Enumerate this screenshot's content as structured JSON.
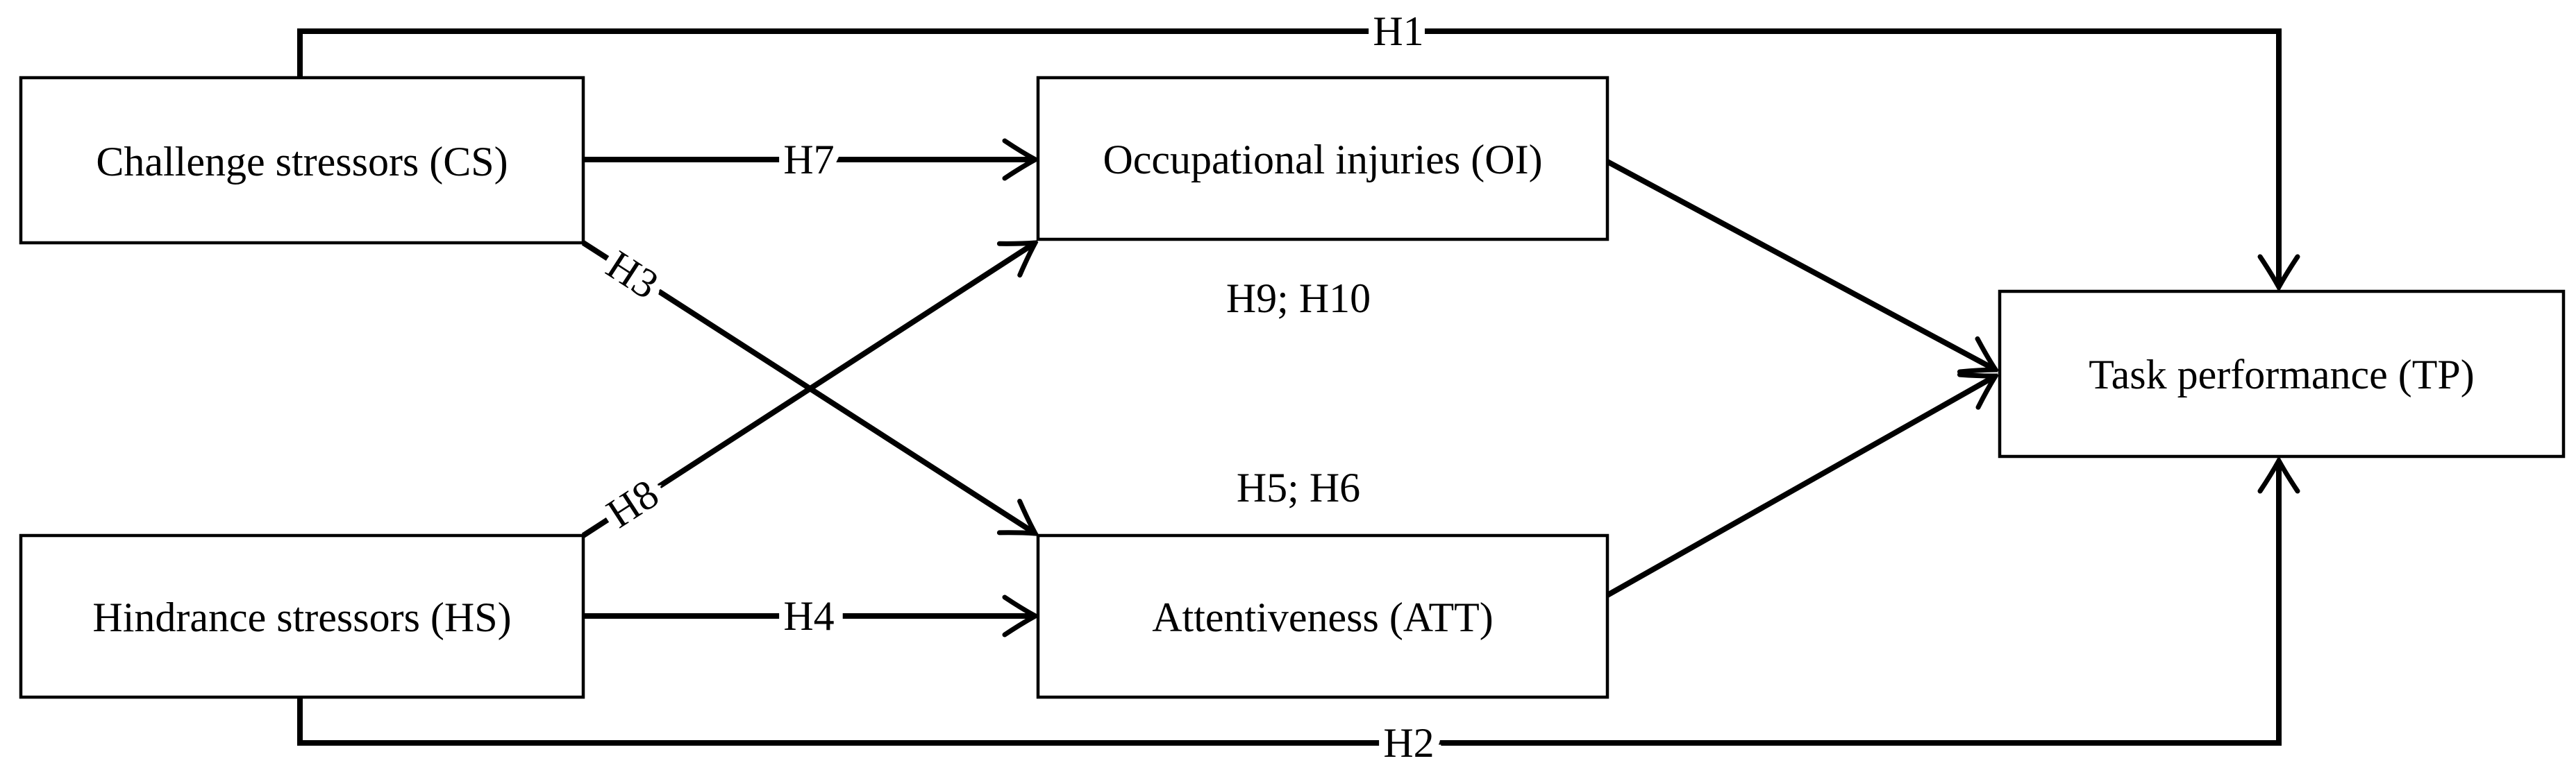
{
  "diagram": {
    "colors": {
      "background": "#ffffff",
      "line": "#000000",
      "box_fill": "#ffffff",
      "text": "#000000"
    },
    "nodes": {
      "cs": {
        "label": "Challenge stressors (CS)"
      },
      "hs": {
        "label": "Hindrance stressors (HS)"
      },
      "oi": {
        "label": "Occupational injuries (OI)"
      },
      "att": {
        "label": "Attentiveness (ATT)"
      },
      "tp": {
        "label": "Task performance (TP)"
      }
    },
    "edges": [
      {
        "id": "h1",
        "from": "cs",
        "to": "tp",
        "label": "H1"
      },
      {
        "id": "h2",
        "from": "hs",
        "to": "tp",
        "label": "H2"
      },
      {
        "id": "h3",
        "from": "cs",
        "to": "att",
        "label": "H3"
      },
      {
        "id": "h4",
        "from": "hs",
        "to": "att",
        "label": "H4"
      },
      {
        "id": "h7",
        "from": "cs",
        "to": "oi",
        "label": "H7"
      },
      {
        "id": "h8",
        "from": "hs",
        "to": "oi",
        "label": "H8"
      },
      {
        "id": "oi-tp",
        "from": "oi",
        "to": "tp",
        "label": ""
      },
      {
        "id": "att-tp",
        "from": "att",
        "to": "tp",
        "label": ""
      }
    ],
    "floating_labels": [
      {
        "id": "h9-h10",
        "text": "H9; H10"
      },
      {
        "id": "h5-h6",
        "text": "H5; H6"
      }
    ]
  }
}
